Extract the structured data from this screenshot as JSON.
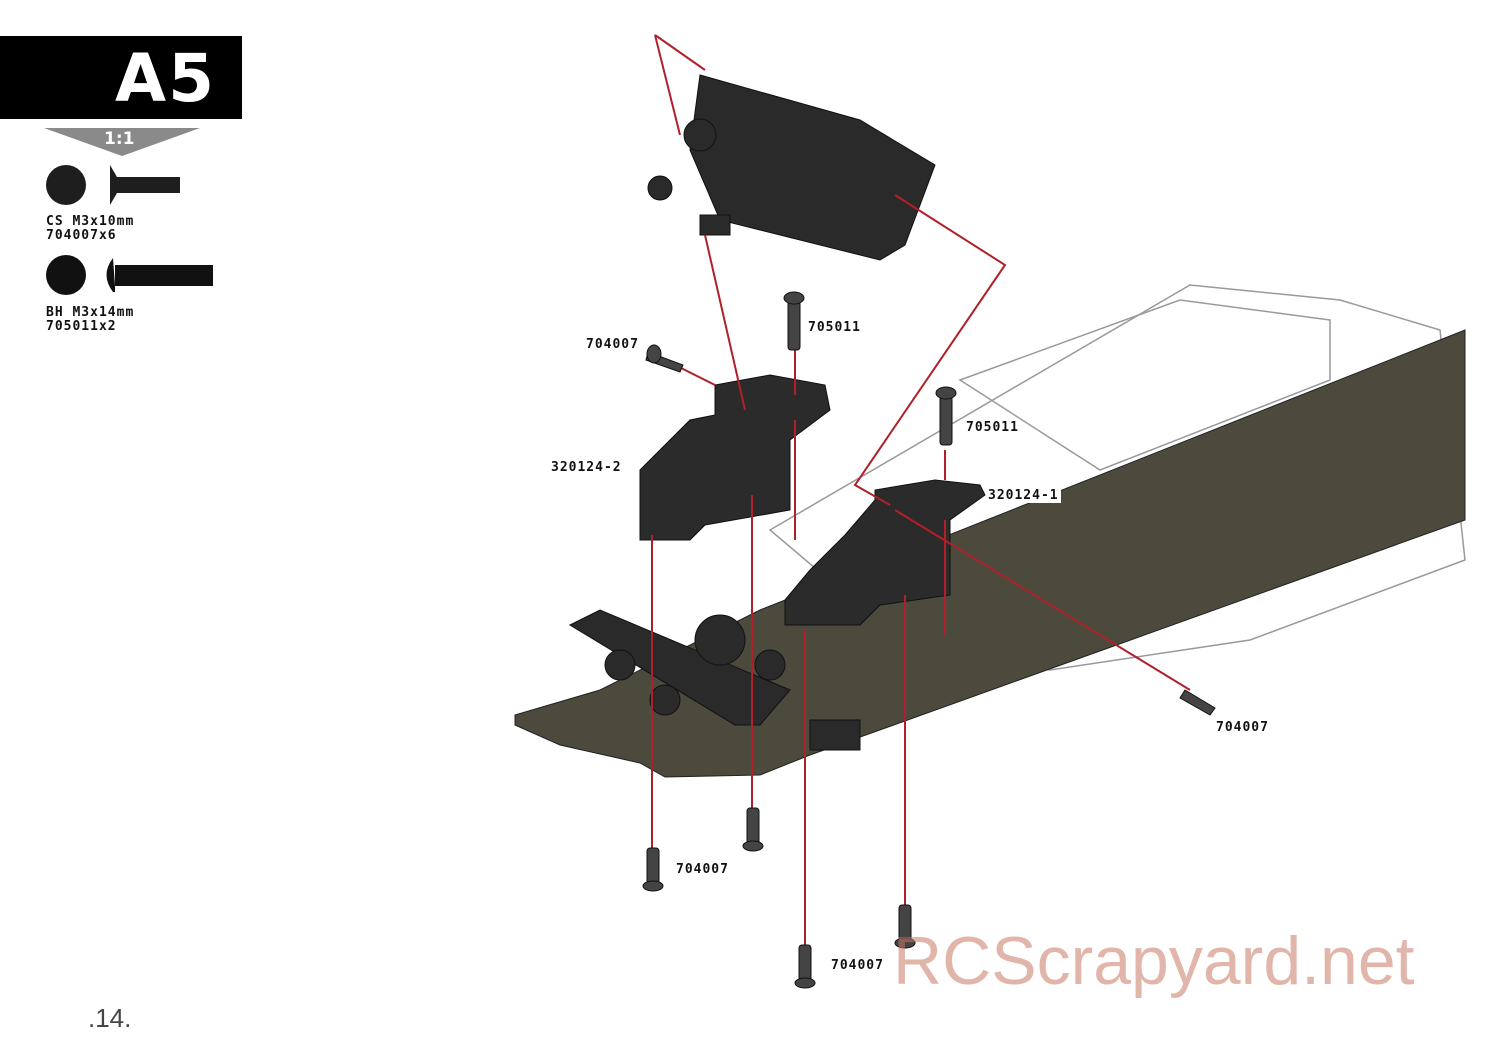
{
  "step": {
    "title": "A5",
    "scale": "1:1"
  },
  "hardware": [
    {
      "name": "CS M3x10mm",
      "code": "704007x6",
      "icon": "countersunk-screw-icon"
    },
    {
      "name": "BH M3x14mm",
      "code": "705011x2",
      "icon": "button-head-screw-icon"
    }
  ],
  "callouts": {
    "screw_left": "704007",
    "screw_top": "705011",
    "bracket_left": "320124-2",
    "screw_right_top": "705011",
    "bracket_right": "320124-1",
    "screw_right": "704007",
    "screw_bottom_left": "704007",
    "screw_bottom": "704007"
  },
  "page_number": ".14.",
  "watermark": "RCScrapyard.net",
  "colors": {
    "leader": "#b0202a",
    "plate": "#4b4a3c",
    "part": "#2a2a2a"
  }
}
